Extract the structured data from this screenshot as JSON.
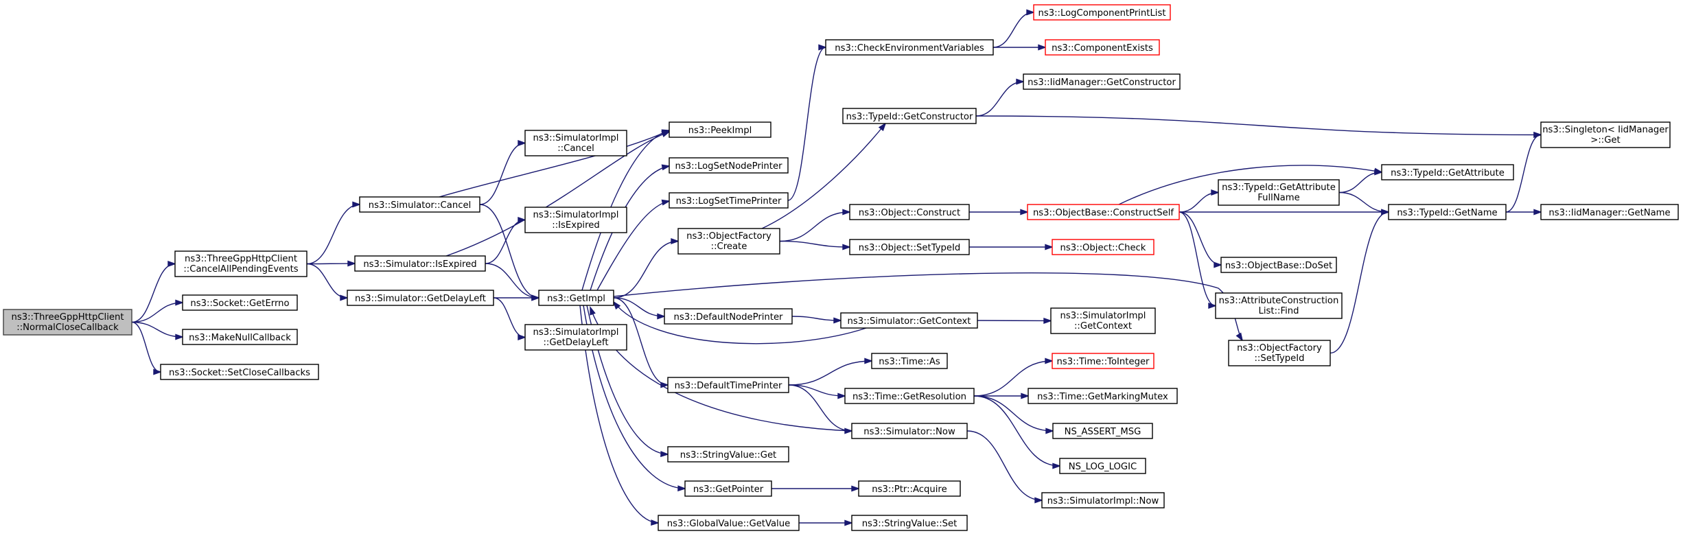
{
  "colors": {
    "edge": "#191970",
    "node_border": "#000000",
    "root_fill": "#bfbfbf",
    "link_missing_border": "#ff0000"
  },
  "nodes": {
    "n0": {
      "lines": [
        "ns3::ThreeGppHttpClient",
        "::NormalCloseCallback"
      ],
      "root": true
    },
    "n1": {
      "lines": [
        "ns3::ThreeGppHttpClient",
        "::CancelAllPendingEvents"
      ]
    },
    "n2": {
      "lines": [
        "ns3::Socket::GetErrno"
      ]
    },
    "n3": {
      "lines": [
        "ns3::MakeNullCallback"
      ]
    },
    "n4": {
      "lines": [
        "ns3::Socket::SetCloseCallbacks"
      ]
    },
    "n5": {
      "lines": [
        "ns3::Simulator::Cancel"
      ]
    },
    "n6": {
      "lines": [
        "ns3::Simulator::IsExpired"
      ]
    },
    "n7": {
      "lines": [
        "ns3::Simulator::GetDelayLeft"
      ]
    },
    "n8": {
      "lines": [
        "ns3::GetImpl"
      ]
    },
    "n9": {
      "lines": [
        "ns3::SimulatorImpl",
        "::Cancel"
      ]
    },
    "n10": {
      "lines": [
        "ns3::PeekImpl"
      ]
    },
    "n11": {
      "lines": [
        "ns3::SimulatorImpl",
        "::IsExpired"
      ]
    },
    "n12": {
      "lines": [
        "ns3::SimulatorImpl",
        "::GetDelayLeft"
      ]
    },
    "n13": {
      "lines": [
        "ns3::LogSetNodePrinter"
      ]
    },
    "n14": {
      "lines": [
        "ns3::LogSetTimePrinter"
      ]
    },
    "n15": {
      "lines": [
        "ns3::ObjectFactory",
        "::Create"
      ]
    },
    "n16": {
      "lines": [
        "ns3::DefaultNodePrinter"
      ]
    },
    "n17": {
      "lines": [
        "ns3::DefaultTimePrinter"
      ]
    },
    "n18": {
      "lines": [
        "ns3::StringValue::Get"
      ]
    },
    "n19": {
      "lines": [
        "ns3::GetPointer"
      ]
    },
    "n20": {
      "lines": [
        "ns3::GlobalValue::GetValue"
      ]
    },
    "n21": {
      "lines": [
        "ns3::CheckEnvironmentVariables"
      ]
    },
    "n22": {
      "lines": [
        "ns3::TypeId::GetConstructor"
      ]
    },
    "n23": {
      "lines": [
        "ns3::Object::Construct"
      ]
    },
    "n24": {
      "lines": [
        "ns3::Object::SetTypeId"
      ]
    },
    "n25": {
      "lines": [
        "ns3::Simulator::GetContext"
      ]
    },
    "n26": {
      "lines": [
        "ns3::Time::As"
      ]
    },
    "n27": {
      "lines": [
        "ns3::Time::GetResolution"
      ]
    },
    "n28": {
      "lines": [
        "ns3::Simulator::Now"
      ]
    },
    "n29": {
      "lines": [
        "ns3::Ptr::Acquire"
      ]
    },
    "n30": {
      "lines": [
        "ns3::StringValue::Set"
      ]
    },
    "n31": {
      "lines": [
        "ns3::LogComponentPrintList"
      ],
      "red": true
    },
    "n32": {
      "lines": [
        "ns3::ComponentExists"
      ],
      "red": true
    },
    "n33": {
      "lines": [
        "ns3::IidManager::GetConstructor"
      ]
    },
    "n34": {
      "lines": [
        "ns3::ObjectBase::ConstructSelf"
      ],
      "red": true
    },
    "n35": {
      "lines": [
        "ns3::Object::Check"
      ],
      "red": true
    },
    "n36": {
      "lines": [
        "ns3::SimulatorImpl",
        "::GetContext"
      ]
    },
    "n37": {
      "lines": [
        "ns3::Time::ToInteger"
      ],
      "red": true
    },
    "n38": {
      "lines": [
        "ns3::Time::GetMarkingMutex"
      ]
    },
    "n39": {
      "lines": [
        "NS_ASSERT_MSG"
      ]
    },
    "n40": {
      "lines": [
        "NS_LOG_LOGIC"
      ]
    },
    "n41": {
      "lines": [
        "ns3::SimulatorImpl::Now"
      ]
    },
    "n42": {
      "lines": [
        "ns3::TypeId::GetAttribute",
        "FullName"
      ]
    },
    "n43": {
      "lines": [
        "ns3::ObjectBase::DoSet"
      ]
    },
    "n44": {
      "lines": [
        "ns3::AttributeConstruction",
        "List::Find"
      ]
    },
    "n45": {
      "lines": [
        "ns3::ObjectFactory",
        "::SetTypeId"
      ]
    },
    "n46": {
      "lines": [
        "ns3::TypeId::GetAttribute"
      ]
    },
    "n47": {
      "lines": [
        "ns3::TypeId::GetName"
      ]
    },
    "n48": {
      "lines": [
        "ns3::Singleton< IidManager",
        " >::Get"
      ]
    },
    "n49": {
      "lines": [
        "ns3::IidManager::GetName"
      ]
    }
  },
  "edges": [
    [
      "n0",
      "n1"
    ],
    [
      "n0",
      "n2"
    ],
    [
      "n0",
      "n3"
    ],
    [
      "n0",
      "n4"
    ],
    [
      "n1",
      "n5"
    ],
    [
      "n1",
      "n6"
    ],
    [
      "n1",
      "n7"
    ],
    [
      "n5",
      "n9"
    ],
    [
      "n5",
      "n10"
    ],
    [
      "n5",
      "n8"
    ],
    [
      "n6",
      "n11"
    ],
    [
      "n6",
      "n8"
    ],
    [
      "n6",
      "n10"
    ],
    [
      "n7",
      "n8"
    ],
    [
      "n7",
      "n12"
    ],
    [
      "n8",
      "n10"
    ],
    [
      "n8",
      "n13"
    ],
    [
      "n8",
      "n14"
    ],
    [
      "n8",
      "n15"
    ],
    [
      "n8",
      "n16"
    ],
    [
      "n8",
      "n17"
    ],
    [
      "n8",
      "n18"
    ],
    [
      "n8",
      "n19"
    ],
    [
      "n8",
      "n20"
    ],
    [
      "n8",
      "n45"
    ],
    [
      "n14",
      "n21"
    ],
    [
      "n15",
      "n22"
    ],
    [
      "n15",
      "n23"
    ],
    [
      "n15",
      "n24"
    ],
    [
      "n16",
      "n25"
    ],
    [
      "n25",
      "n8"
    ],
    [
      "n25",
      "n36"
    ],
    [
      "n17",
      "n26"
    ],
    [
      "n17",
      "n27"
    ],
    [
      "n17",
      "n28"
    ],
    [
      "n28",
      "n8"
    ],
    [
      "n28",
      "n41"
    ],
    [
      "n19",
      "n29"
    ],
    [
      "n20",
      "n30"
    ],
    [
      "n21",
      "n31"
    ],
    [
      "n21",
      "n32"
    ],
    [
      "n22",
      "n33"
    ],
    [
      "n22",
      "n48"
    ],
    [
      "n23",
      "n34"
    ],
    [
      "n24",
      "n35"
    ],
    [
      "n27",
      "n37"
    ],
    [
      "n27",
      "n38"
    ],
    [
      "n27",
      "n39"
    ],
    [
      "n27",
      "n40"
    ],
    [
      "n34",
      "n42"
    ],
    [
      "n34",
      "n46"
    ],
    [
      "n34",
      "n47"
    ],
    [
      "n34",
      "n43"
    ],
    [
      "n34",
      "n44"
    ],
    [
      "n42",
      "n46"
    ],
    [
      "n42",
      "n47"
    ],
    [
      "n45",
      "n47"
    ],
    [
      "n47",
      "n48"
    ],
    [
      "n47",
      "n49"
    ]
  ]
}
